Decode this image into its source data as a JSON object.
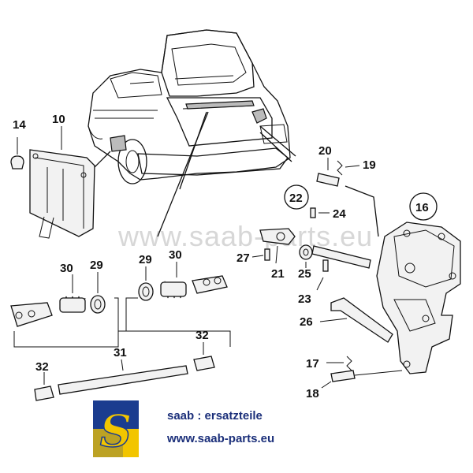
{
  "diagram": {
    "labels": {
      "l10": "10",
      "l14": "14",
      "l16": "16",
      "l17": "17",
      "l18": "18",
      "l19": "19",
      "l20": "20",
      "l21": "21",
      "l22": "22",
      "l23": "23",
      "l24": "24",
      "l25": "25",
      "l26": "26",
      "l27": "27",
      "l29a": "29",
      "l29b": "29",
      "l30a": "30",
      "l30b": "30",
      "l31": "31",
      "l32a": "32",
      "l32b": "32"
    },
    "watermark": "www.saab-parts.eu"
  },
  "footer": {
    "logo_letter": "S",
    "tagline": "saab : ersatzteile",
    "url": "www.saab-parts.eu",
    "colors": {
      "blue": "#1b3c8f",
      "yellow": "#f2c500",
      "text": "#1b2f7a"
    }
  }
}
